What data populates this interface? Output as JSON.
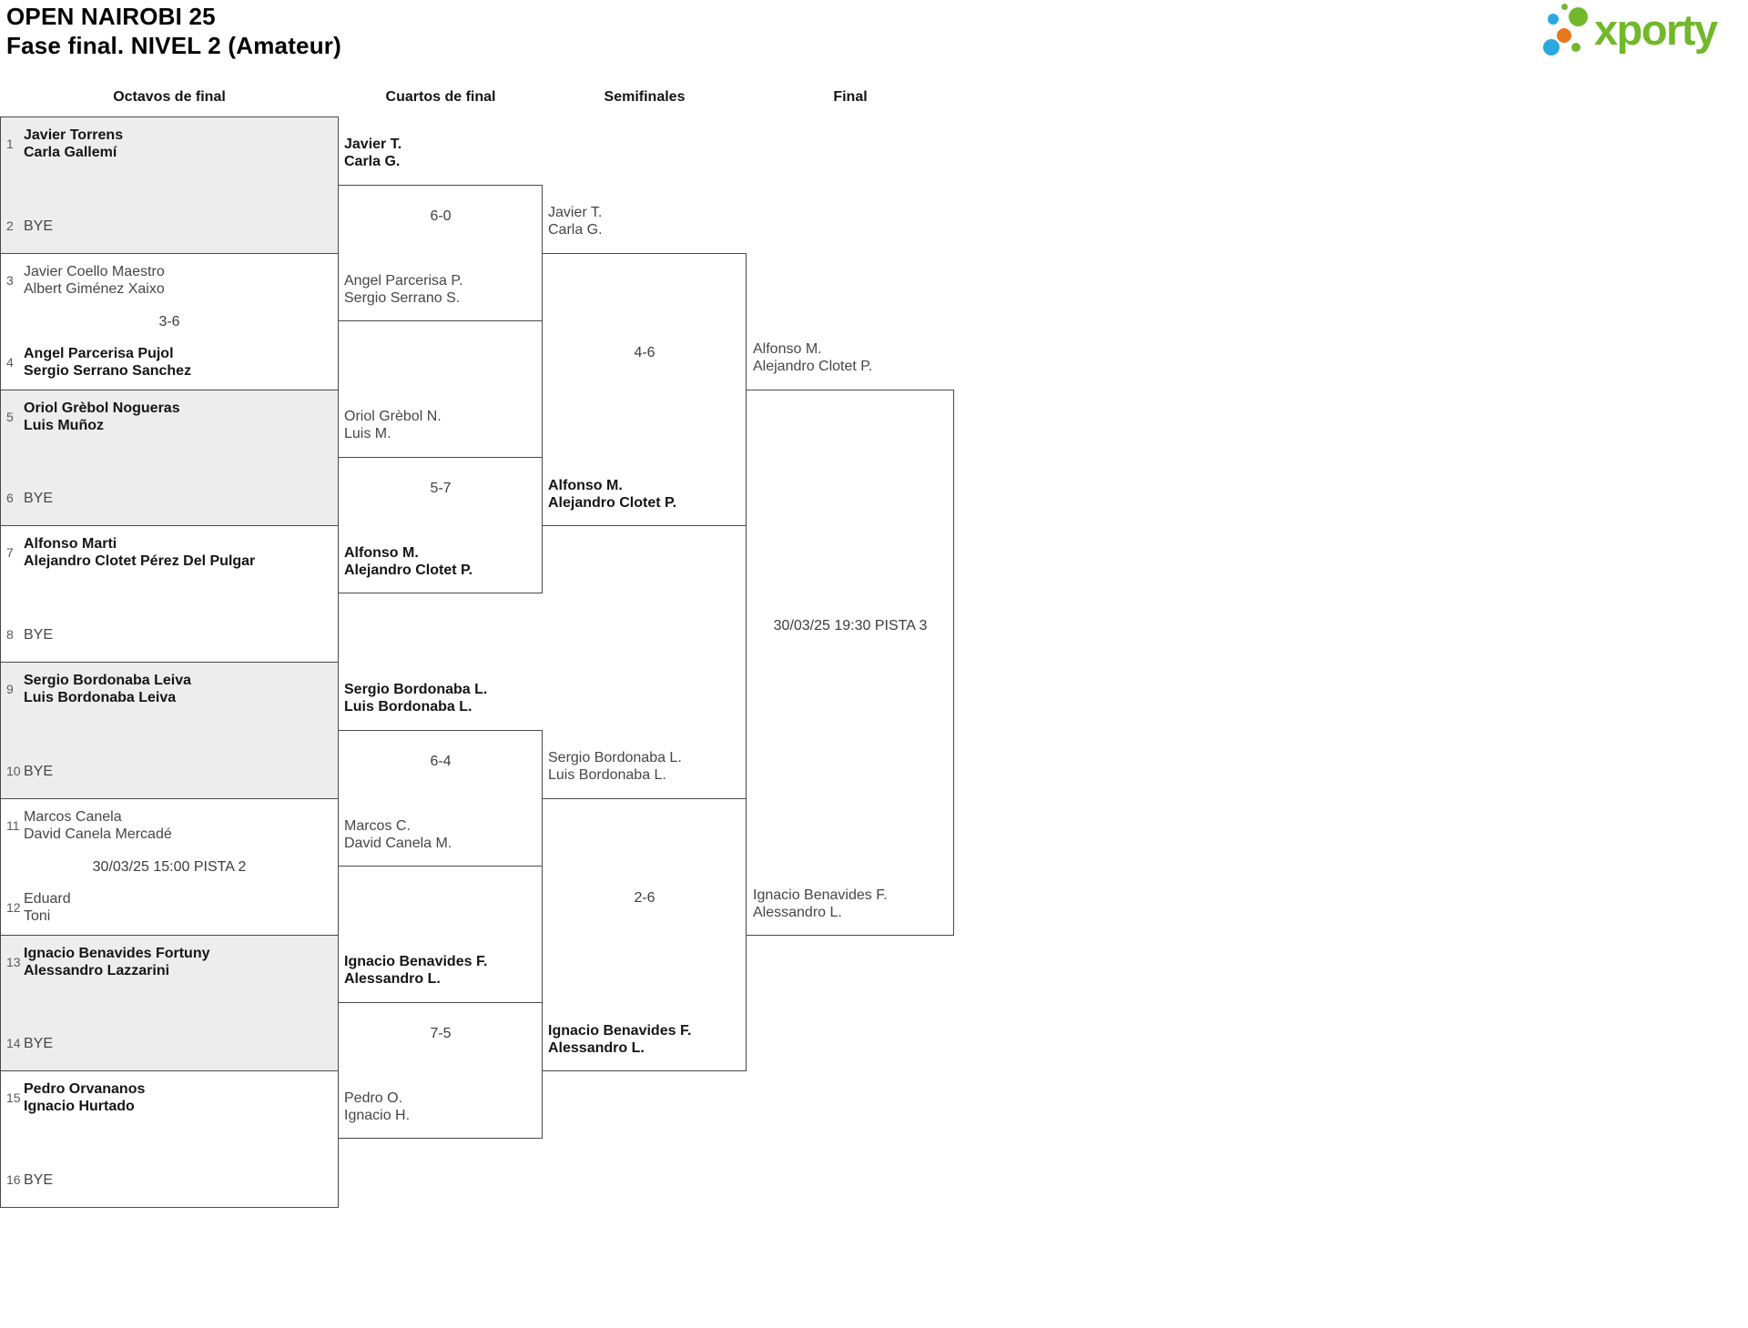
{
  "header": {
    "title": "OPEN NAIROBI 25",
    "subtitle": "Fase final. NIVEL 2 (Amateur)"
  },
  "logo": {
    "text": "xporty",
    "colors": {
      "green": "#72b82b",
      "blue": "#2ba8e0",
      "orange": "#e8781d"
    }
  },
  "round_headers": [
    "Octavos de final",
    "Cuartos de final",
    "Semifinales",
    "Final"
  ],
  "octavos": [
    {
      "seed1": "1",
      "team1": [
        "Javier Torrens",
        "Carla Gallemí"
      ],
      "seed2": "2",
      "team2": [
        "BYE"
      ],
      "center": "",
      "winner": 1
    },
    {
      "seed1": "3",
      "team1": [
        "Javier Coello Maestro",
        "Albert Giménez Xaixo"
      ],
      "seed2": "4",
      "team2": [
        "Angel Parcerisa Pujol",
        "Sergio Serrano Sanchez"
      ],
      "center": "3-6",
      "winner": 2
    },
    {
      "seed1": "5",
      "team1": [
        "Oriol Grèbol Nogueras",
        "Luis Muñoz"
      ],
      "seed2": "6",
      "team2": [
        "BYE"
      ],
      "center": "",
      "winner": 1
    },
    {
      "seed1": "7",
      "team1": [
        "Alfonso Marti",
        "Alejandro Clotet Pérez Del Pulgar"
      ],
      "seed2": "8",
      "team2": [
        "BYE"
      ],
      "center": "",
      "winner": 1
    },
    {
      "seed1": "9",
      "team1": [
        "Sergio Bordonaba Leiva",
        "Luis Bordonaba Leiva"
      ],
      "seed2": "10",
      "team2": [
        "BYE"
      ],
      "center": "",
      "winner": 1
    },
    {
      "seed1": "11",
      "team1": [
        "Marcos Canela",
        "David Canela Mercadé"
      ],
      "seed2": "12",
      "team2": [
        "Eduard",
        "Toni"
      ],
      "center": "30/03/25 15:00 PISTA 2",
      "winner": null
    },
    {
      "seed1": "13",
      "team1": [
        "Ignacio Benavides Fortuny",
        "Alessandro Lazzarini"
      ],
      "seed2": "14",
      "team2": [
        "BYE"
      ],
      "center": "",
      "winner": 1
    },
    {
      "seed1": "15",
      "team1": [
        "Pedro Orvananos",
        "Ignacio Hurtado"
      ],
      "seed2": "16",
      "team2": [
        "BYE"
      ],
      "center": "",
      "winner": 1
    }
  ],
  "cuartos": [
    {
      "team1": [
        "Javier T.",
        "Carla G."
      ],
      "score": "6-0",
      "team2": [
        "Angel Parcerisa P.",
        "Sergio Serrano S."
      ],
      "winner": 1
    },
    {
      "team1": [
        "Oriol Grèbol N.",
        "Luis M."
      ],
      "score": "5-7",
      "team2": [
        "Alfonso M.",
        "Alejandro Clotet P."
      ],
      "winner": 2
    },
    {
      "team1": [
        "Sergio Bordonaba L.",
        "Luis Bordonaba L."
      ],
      "score": "6-4",
      "team2": [
        "Marcos C.",
        "David Canela M."
      ],
      "winner": 1
    },
    {
      "team1": [
        "Ignacio Benavides F.",
        "Alessandro L."
      ],
      "score": "7-5",
      "team2": [
        "Pedro O.",
        "Ignacio H."
      ],
      "winner": 1
    }
  ],
  "semifinales": [
    {
      "team1": [
        "Javier T.",
        "Carla G."
      ],
      "score": "4-6",
      "team2": [
        "Alfonso M.",
        "Alejandro Clotet P."
      ],
      "winner": 2
    },
    {
      "team1": [
        "Sergio Bordonaba L.",
        "Luis Bordonaba L."
      ],
      "score": "2-6",
      "team2": [
        "Ignacio Benavides F.",
        "Alessandro L."
      ],
      "winner": 2
    }
  ],
  "final": {
    "team1": [
      "Alfonso M.",
      "Alejandro Clotet P."
    ],
    "schedule": "30/03/25 19:30 PISTA 3",
    "team2": [
      "Ignacio Benavides F.",
      "Alessandro L."
    ],
    "winner": null
  }
}
